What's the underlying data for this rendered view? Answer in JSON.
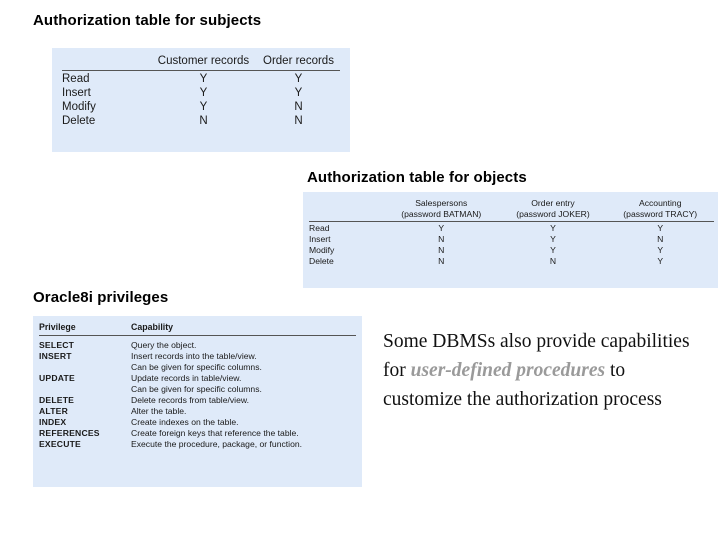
{
  "slide": {
    "background_color": "#ffffff",
    "panel_color": "#dfeaf9",
    "emphasis_color": "#9a9a9a"
  },
  "titles": {
    "subjects": "Authorization table for subjects",
    "objects": "Authorization table for objects",
    "privileges": "Oracle8i privileges"
  },
  "chart_data": [
    {
      "type": "table",
      "title": "Authorization table for subjects",
      "columns": [
        "",
        "Customer records",
        "Order records"
      ],
      "rows": [
        [
          "Read",
          "Y",
          "Y"
        ],
        [
          "Insert",
          "Y",
          "Y"
        ],
        [
          "Modify",
          "Y",
          "N"
        ],
        [
          "Delete",
          "N",
          "N"
        ]
      ]
    },
    {
      "type": "table",
      "title": "Authorization table for objects",
      "columns": [
        {
          "line1": "",
          "line2": ""
        },
        {
          "line1": "Salespersons",
          "line2": "(password BATMAN)"
        },
        {
          "line1": "Order entry",
          "line2": "(password JOKER)"
        },
        {
          "line1": "Accounting",
          "line2": "(password TRACY)"
        }
      ],
      "rows": [
        [
          "Read",
          "Y",
          "Y",
          "Y"
        ],
        [
          "Insert",
          "N",
          "Y",
          "N"
        ],
        [
          "Modify",
          "N",
          "Y",
          "Y"
        ],
        [
          "Delete",
          "N",
          "N",
          "Y"
        ]
      ]
    },
    {
      "type": "table",
      "title": "Oracle8i privileges",
      "columns": [
        "Privilege",
        "Capability"
      ],
      "rows": [
        [
          "SELECT",
          "Query the object."
        ],
        [
          "INSERT",
          "Insert records into the table/view."
        ],
        [
          "",
          "Can be given for specific columns."
        ],
        [
          "UPDATE",
          "Update records in table/view."
        ],
        [
          "",
          "Can be given for specific columns."
        ],
        [
          "DELETE",
          "Delete records from table/view."
        ],
        [
          "ALTER",
          "Alter the table."
        ],
        [
          "INDEX",
          "Create indexes on the table."
        ],
        [
          "REFERENCES",
          "Create foreign keys that reference the table."
        ],
        [
          "EXECUTE",
          "Execute the procedure, package, or function."
        ]
      ]
    }
  ],
  "tables": {
    "subjects": {
      "headers": [
        "",
        "Customer records",
        "Order records"
      ],
      "rows": [
        {
          "label": "Read",
          "values": [
            "Y",
            "Y"
          ]
        },
        {
          "label": "Insert",
          "values": [
            "Y",
            "Y"
          ]
        },
        {
          "label": "Modify",
          "values": [
            "Y",
            "N"
          ]
        },
        {
          "label": "Delete",
          "values": [
            "N",
            "N"
          ]
        }
      ]
    },
    "objects": {
      "headers": [
        {
          "line1": "Salespersons",
          "line2": "(password BATMAN)"
        },
        {
          "line1": "Order entry",
          "line2": "(password JOKER)"
        },
        {
          "line1": "Accounting",
          "line2": "(password TRACY)"
        }
      ],
      "rows": [
        {
          "label": "Read",
          "values": [
            "Y",
            "Y",
            "Y"
          ]
        },
        {
          "label": "Insert",
          "values": [
            "N",
            "Y",
            "N"
          ]
        },
        {
          "label": "Modify",
          "values": [
            "N",
            "Y",
            "Y"
          ]
        },
        {
          "label": "Delete",
          "values": [
            "N",
            "N",
            "Y"
          ]
        }
      ]
    },
    "privileges": {
      "headers": [
        "Privilege",
        "Capability"
      ],
      "rows": [
        {
          "privilege": "SELECT",
          "capability": "Query the object."
        },
        {
          "privilege": "INSERT",
          "capability": "Insert records into the table/view."
        },
        {
          "privilege": "",
          "capability": "Can be given for specific columns."
        },
        {
          "privilege": "UPDATE",
          "capability": "Update records in table/view."
        },
        {
          "privilege": "",
          "capability": "Can be given for specific columns."
        },
        {
          "privilege": "DELETE",
          "capability": "Delete records from table/view."
        },
        {
          "privilege": "ALTER",
          "capability": "Alter the table."
        },
        {
          "privilege": "INDEX",
          "capability": "Create indexes on the table."
        },
        {
          "privilege": "REFERENCES",
          "capability": "Create foreign keys that reference the table."
        },
        {
          "privilege": "EXECUTE",
          "capability": "Execute the procedure, package, or function."
        }
      ]
    }
  },
  "prose": {
    "part1": "Some DBMSs also provide capabilities for ",
    "emphasis": "user-defined procedures",
    "part2": " to customize the authorization process"
  }
}
